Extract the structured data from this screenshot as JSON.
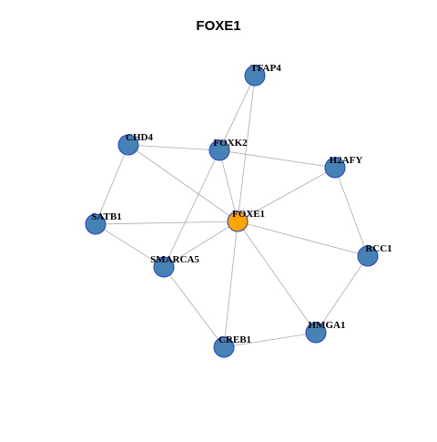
{
  "title": "FOXE1",
  "colors": {
    "node_fill": "#4682B4",
    "node_stroke": "#1f3fd1",
    "center_fill": "#FFA500",
    "edge": "#aaaaaa"
  },
  "nodes": [
    {
      "id": "FOXE1",
      "label": "FOXE1",
      "center": true
    },
    {
      "id": "TFAP4",
      "label": "TFAP4"
    },
    {
      "id": "CHD4",
      "label": "CHD4"
    },
    {
      "id": "FOXK2",
      "label": "FOXK2"
    },
    {
      "id": "H2AFY",
      "label": "H2AFY"
    },
    {
      "id": "SATB1",
      "label": "SATB1"
    },
    {
      "id": "SMARCA5",
      "label": "SMARCA5"
    },
    {
      "id": "RCC1",
      "label": "RCC1"
    },
    {
      "id": "HMGA1",
      "label": "HMGA1"
    },
    {
      "id": "CREB1",
      "label": "CREB1"
    }
  ],
  "edges": [
    [
      "FOXE1",
      "TFAP4"
    ],
    [
      "FOXE1",
      "CHD4"
    ],
    [
      "FOXE1",
      "FOXK2"
    ],
    [
      "FOXE1",
      "H2AFY"
    ],
    [
      "FOXE1",
      "SATB1"
    ],
    [
      "FOXE1",
      "SMARCA5"
    ],
    [
      "FOXE1",
      "RCC1"
    ],
    [
      "FOXE1",
      "HMGA1"
    ],
    [
      "FOXE1",
      "CREB1"
    ],
    [
      "TFAP4",
      "FOXK2"
    ],
    [
      "CHD4",
      "FOXK2"
    ],
    [
      "CHD4",
      "SATB1"
    ],
    [
      "FOXK2",
      "H2AFY"
    ],
    [
      "FOXK2",
      "SMARCA5"
    ],
    [
      "H2AFY",
      "RCC1"
    ],
    [
      "SATB1",
      "SMARCA5"
    ],
    [
      "SMARCA5",
      "CREB1"
    ],
    [
      "RCC1",
      "HMGA1"
    ],
    [
      "HMGA1",
      "CREB1"
    ]
  ]
}
